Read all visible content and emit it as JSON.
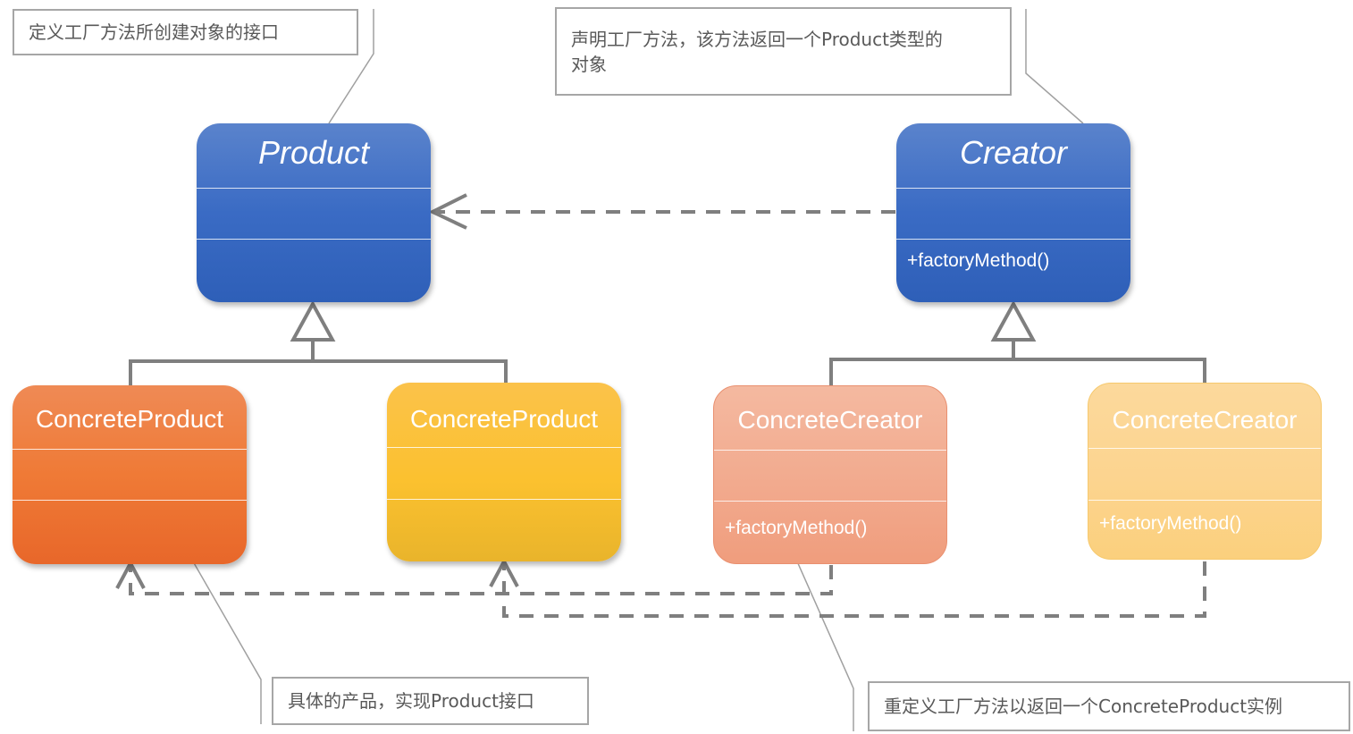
{
  "diagram": {
    "type": "uml-class-diagram",
    "pattern": "Factory Method"
  },
  "colors": {
    "abstract_class": "#3a6bc4",
    "concrete_product_1": "#ef7a36",
    "concrete_product_2": "#fbc12f",
    "concrete_creator_1": "#f2aa8e",
    "concrete_creator_2": "#fcd48f",
    "connector": "#7f7f7f",
    "note_border": "#a6a6a6",
    "note_text": "#595959"
  },
  "classes": {
    "product": {
      "name": "Product",
      "abstract": true,
      "attributes": [],
      "operations": []
    },
    "creator": {
      "name": "Creator",
      "abstract": true,
      "attributes": [],
      "operations": [
        "+factoryMethod()"
      ]
    },
    "concrete_product_1": {
      "name": "ConcreteProduct",
      "attributes": [],
      "operations": []
    },
    "concrete_product_2": {
      "name": "ConcreteProduct",
      "attributes": [],
      "operations": []
    },
    "concrete_creator_1": {
      "name": "ConcreteCreator",
      "attributes": [],
      "operations": [
        "+factoryMethod()"
      ]
    },
    "concrete_creator_2": {
      "name": "ConcreteCreator",
      "attributes": [],
      "operations": [
        "+factoryMethod()"
      ]
    }
  },
  "relationships": [
    {
      "type": "dependency",
      "from": "Creator",
      "to": "Product"
    },
    {
      "type": "generalization",
      "from": "ConcreteProduct",
      "to": "Product"
    },
    {
      "type": "generalization",
      "from": "ConcreteProduct",
      "to": "Product"
    },
    {
      "type": "generalization",
      "from": "ConcreteCreator",
      "to": "Creator"
    },
    {
      "type": "generalization",
      "from": "ConcreteCreator",
      "to": "Creator"
    },
    {
      "type": "dependency",
      "from": "ConcreteCreator",
      "to": "ConcreteProduct"
    },
    {
      "type": "dependency",
      "from": "ConcreteCreator",
      "to": "ConcreteProduct"
    }
  ],
  "notes": {
    "product_note": {
      "lines": [
        "定义工厂方法所创建对象的接口"
      ]
    },
    "creator_note": {
      "lines": [
        "声明工厂方法，该方法返回一个Product类型的",
        "对象"
      ]
    },
    "concrete_product_note": {
      "lines": [
        "具体的产品，实现Product接口"
      ]
    },
    "concrete_creator_note": {
      "lines": [
        "重定义工厂方法以返回一个ConcreteProduct实例"
      ]
    }
  }
}
